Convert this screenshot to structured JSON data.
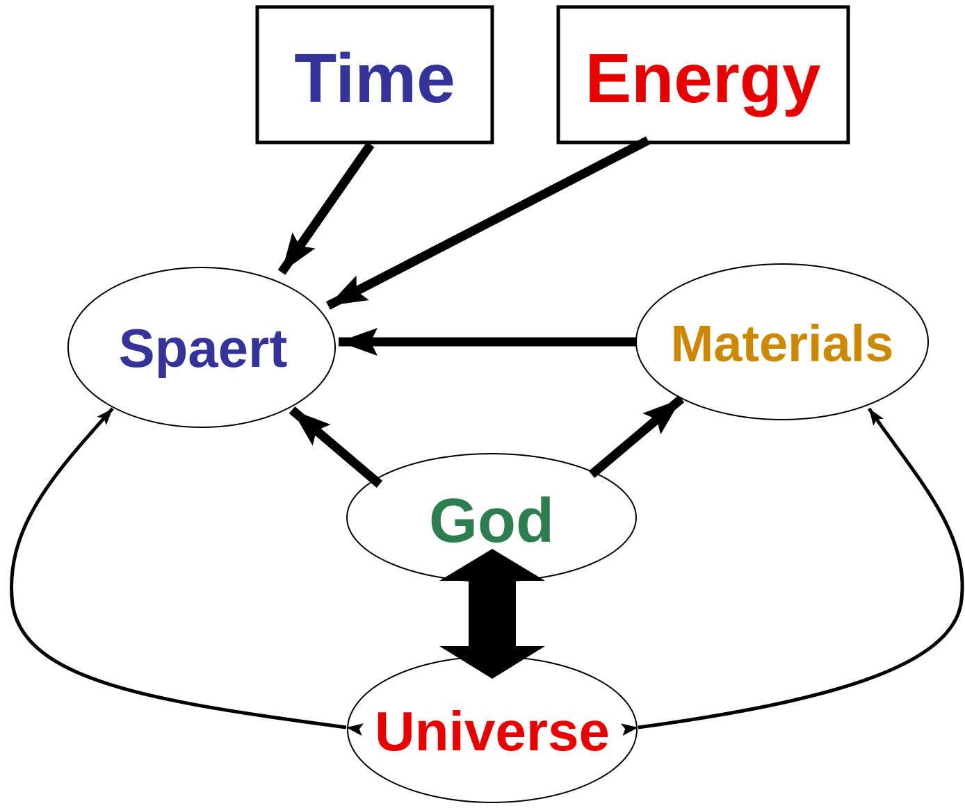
{
  "nodes": {
    "time": {
      "label": "Time",
      "color": "#333399"
    },
    "energy": {
      "label": "Energy",
      "color": "#e60000"
    },
    "spaert": {
      "label": "Spaert",
      "color": "#333399"
    },
    "materials": {
      "label": "Materials",
      "color": "#cc8800"
    },
    "god": {
      "label": "God",
      "color": "#2e7d4f"
    },
    "universe": {
      "label": "Universe",
      "color": "#e60000"
    }
  },
  "edges": [
    {
      "from": "Time",
      "to": "Spaert"
    },
    {
      "from": "Energy",
      "to": "Spaert"
    },
    {
      "from": "Materials",
      "to": "Spaert"
    },
    {
      "from": "God",
      "to": "Spaert"
    },
    {
      "from": "God",
      "to": "Materials"
    },
    {
      "from": "God",
      "to": "Universe",
      "bidirectional": true
    },
    {
      "from": "Universe",
      "to": "Spaert",
      "bidirectional": true
    },
    {
      "from": "Universe",
      "to": "Materials",
      "bidirectional": true
    }
  ]
}
